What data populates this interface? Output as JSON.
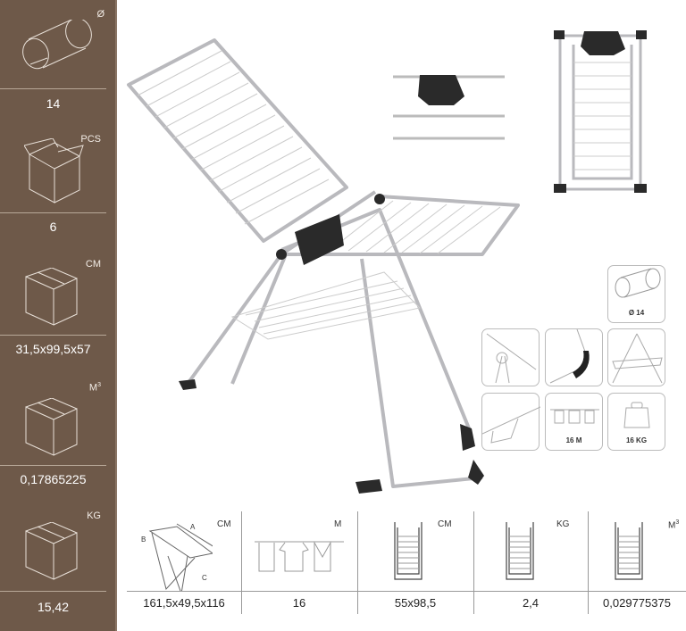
{
  "sidebar": {
    "rows": [
      {
        "unit": "Ø",
        "value": "14",
        "icon": "tube-icon"
      },
      {
        "unit": "PCS",
        "value": "6",
        "icon": "open-box-icon"
      },
      {
        "unit": "CM",
        "value": "31,5x99,5x57",
        "icon": "box-icon"
      },
      {
        "unit": "M3",
        "value": "0,17865225",
        "icon": "box-volume-icon"
      },
      {
        "unit": "KG",
        "value": "15,42",
        "icon": "box-weight-icon"
      }
    ]
  },
  "features": {
    "tube": "Ø 14",
    "line": "16 M",
    "load": "16 KG"
  },
  "specs": {
    "dim_labels": {
      "a": "A",
      "b": "B",
      "c": "C"
    },
    "columns": [
      {
        "unit": "CM",
        "value": "161,5x49,5x116"
      },
      {
        "unit": "M",
        "value": "16"
      },
      {
        "unit": "CM",
        "value": "55x98,5"
      },
      {
        "unit": "KG",
        "value": "2,4"
      },
      {
        "unit": "M3",
        "value": "0,029775375"
      }
    ]
  },
  "colors": {
    "sidebar": "#6e5949",
    "frame": "#b9b9bd",
    "plastic": "#2a2a2a"
  }
}
